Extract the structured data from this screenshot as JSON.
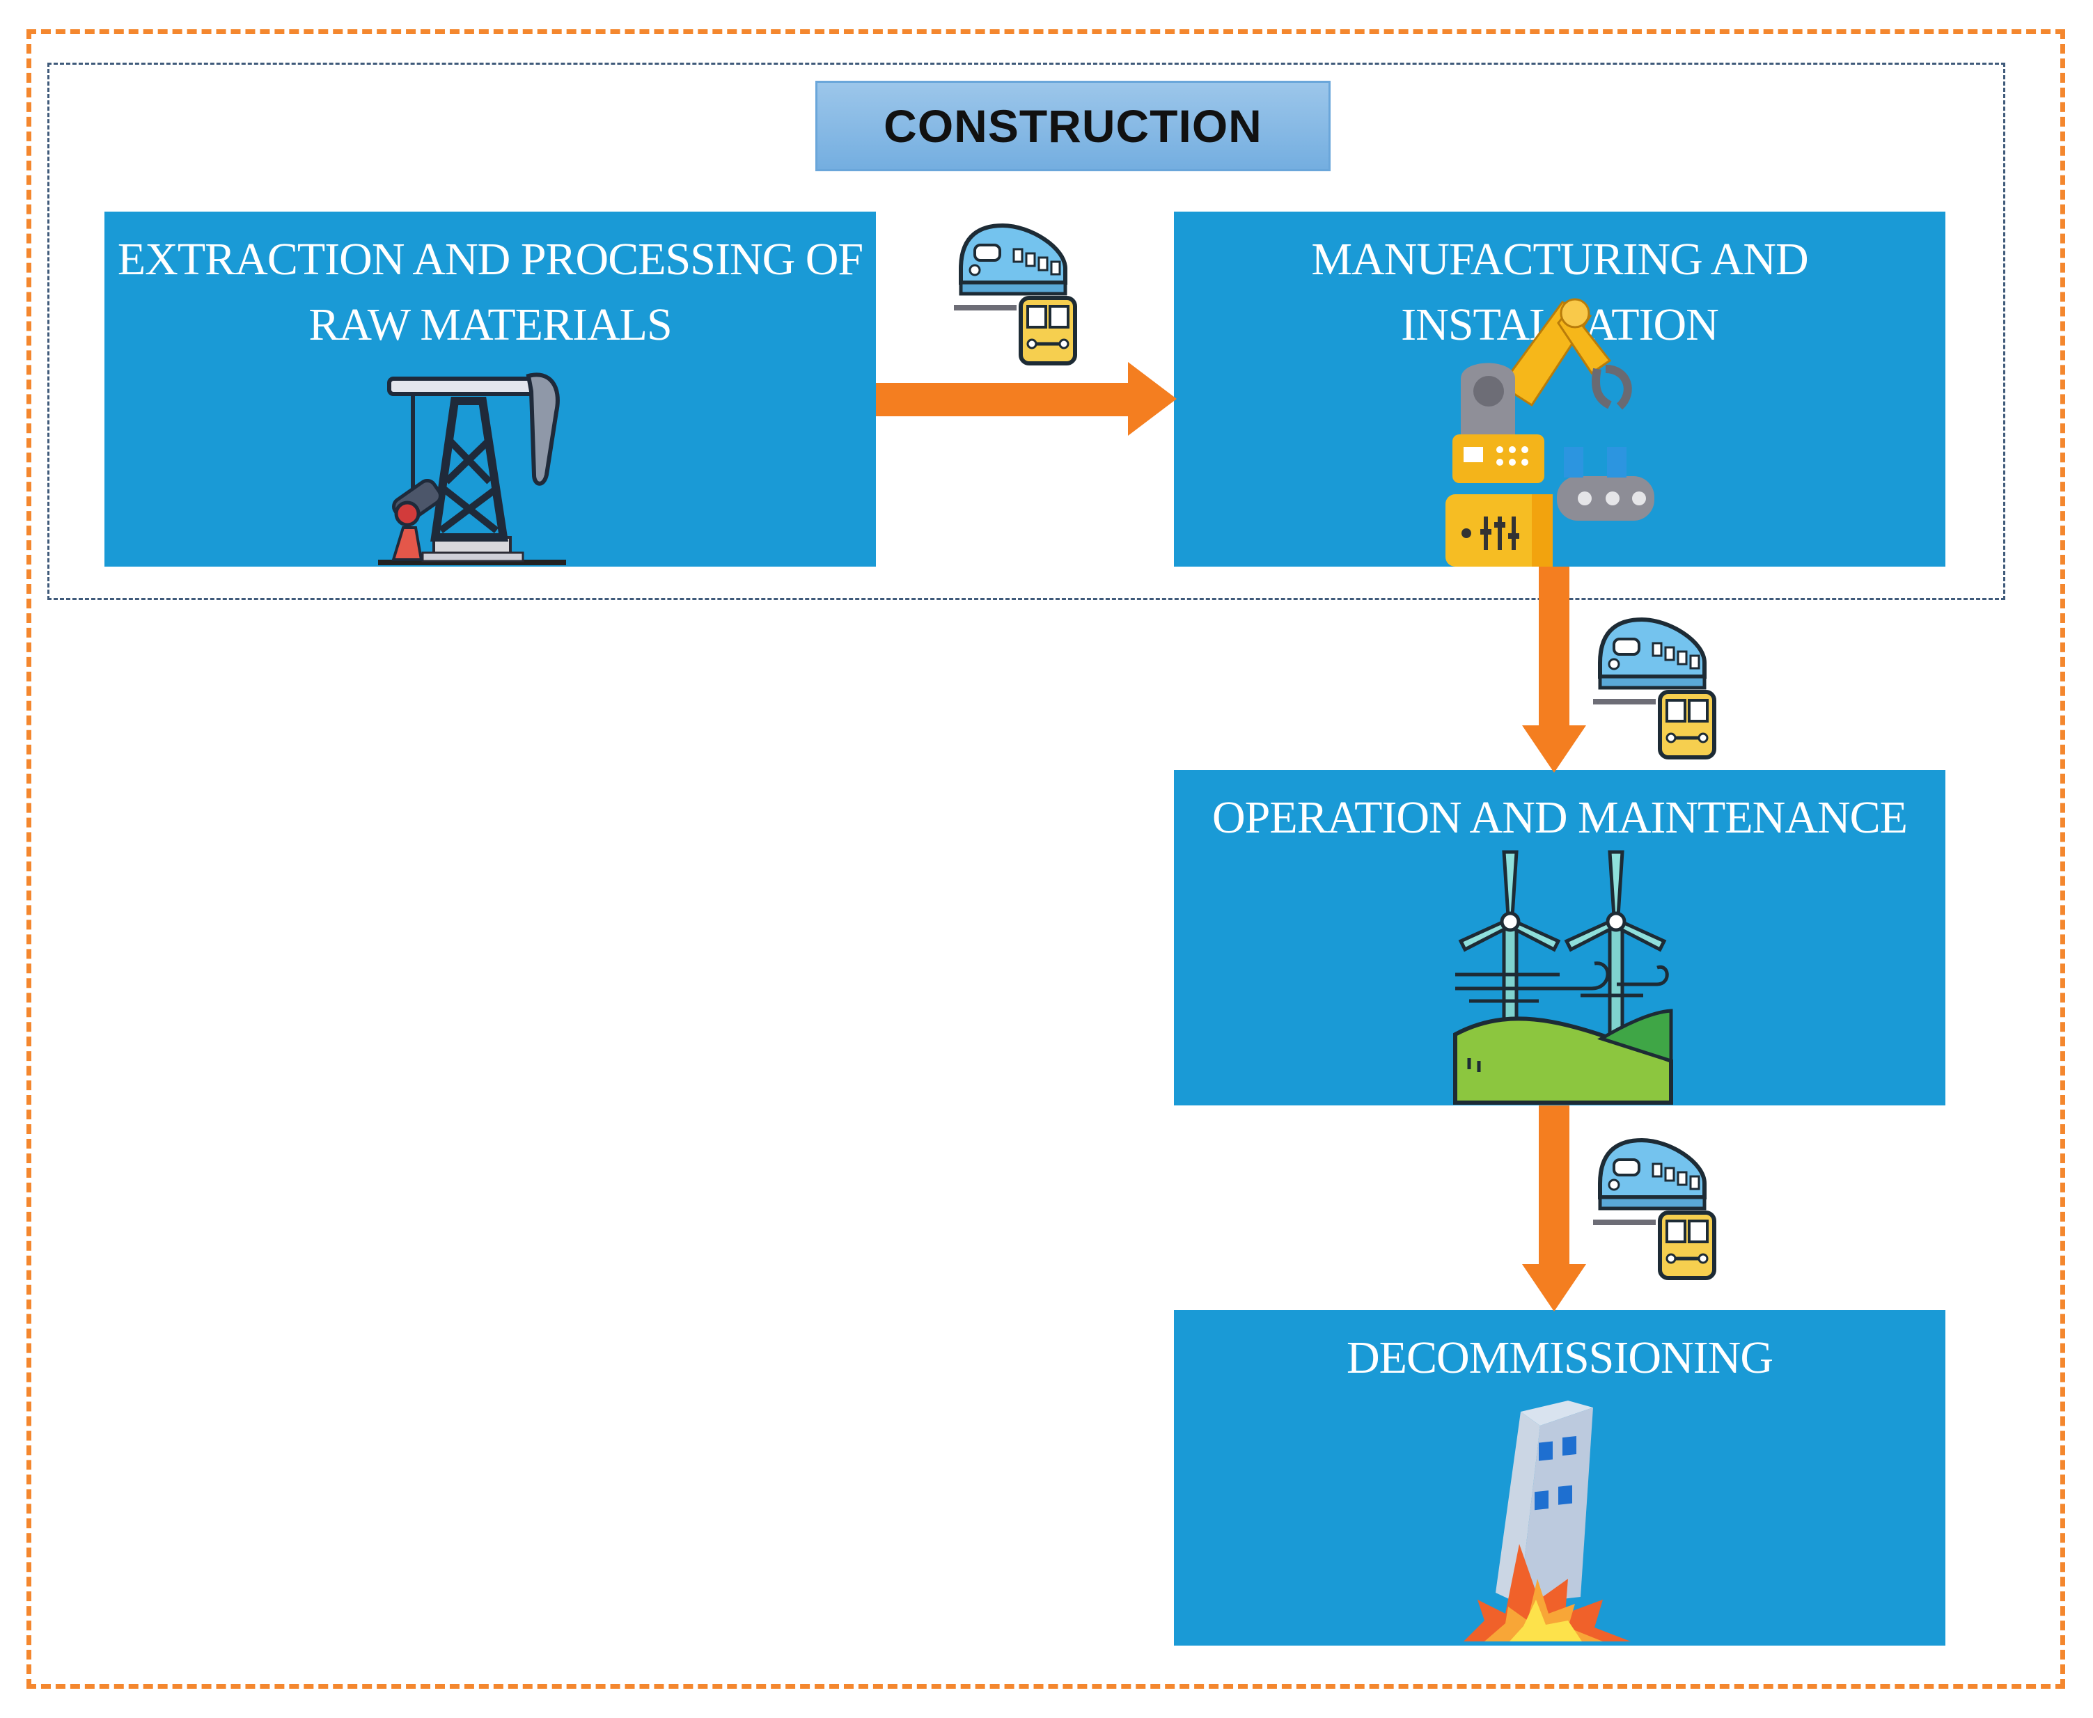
{
  "construction_label": "CONSTRUCTION",
  "stages": {
    "extraction_line1": "EXTRACTION AND PROCESSING OF",
    "extraction_line2": "RAW MATERIALS",
    "manufacturing": "MANUFACTURING AND INSTALLATION",
    "operation": "OPERATION AND MAINTENANCE",
    "decommissioning": "DECOMMISSIONING"
  },
  "colors": {
    "stage_fill": "#1a9ad6",
    "arrow": "#f47e20",
    "outer_border": "#f4872e",
    "construction_border": "#3f5a7a",
    "title_fill": "#85b8e4"
  },
  "icons": {
    "extraction": "oil-pump-icon",
    "manufacturing": "robotic-arm-icon",
    "operation": "wind-turbines-icon",
    "decommissioning": "collapsing-building-icon",
    "transport": "train-and-bus-icon"
  }
}
